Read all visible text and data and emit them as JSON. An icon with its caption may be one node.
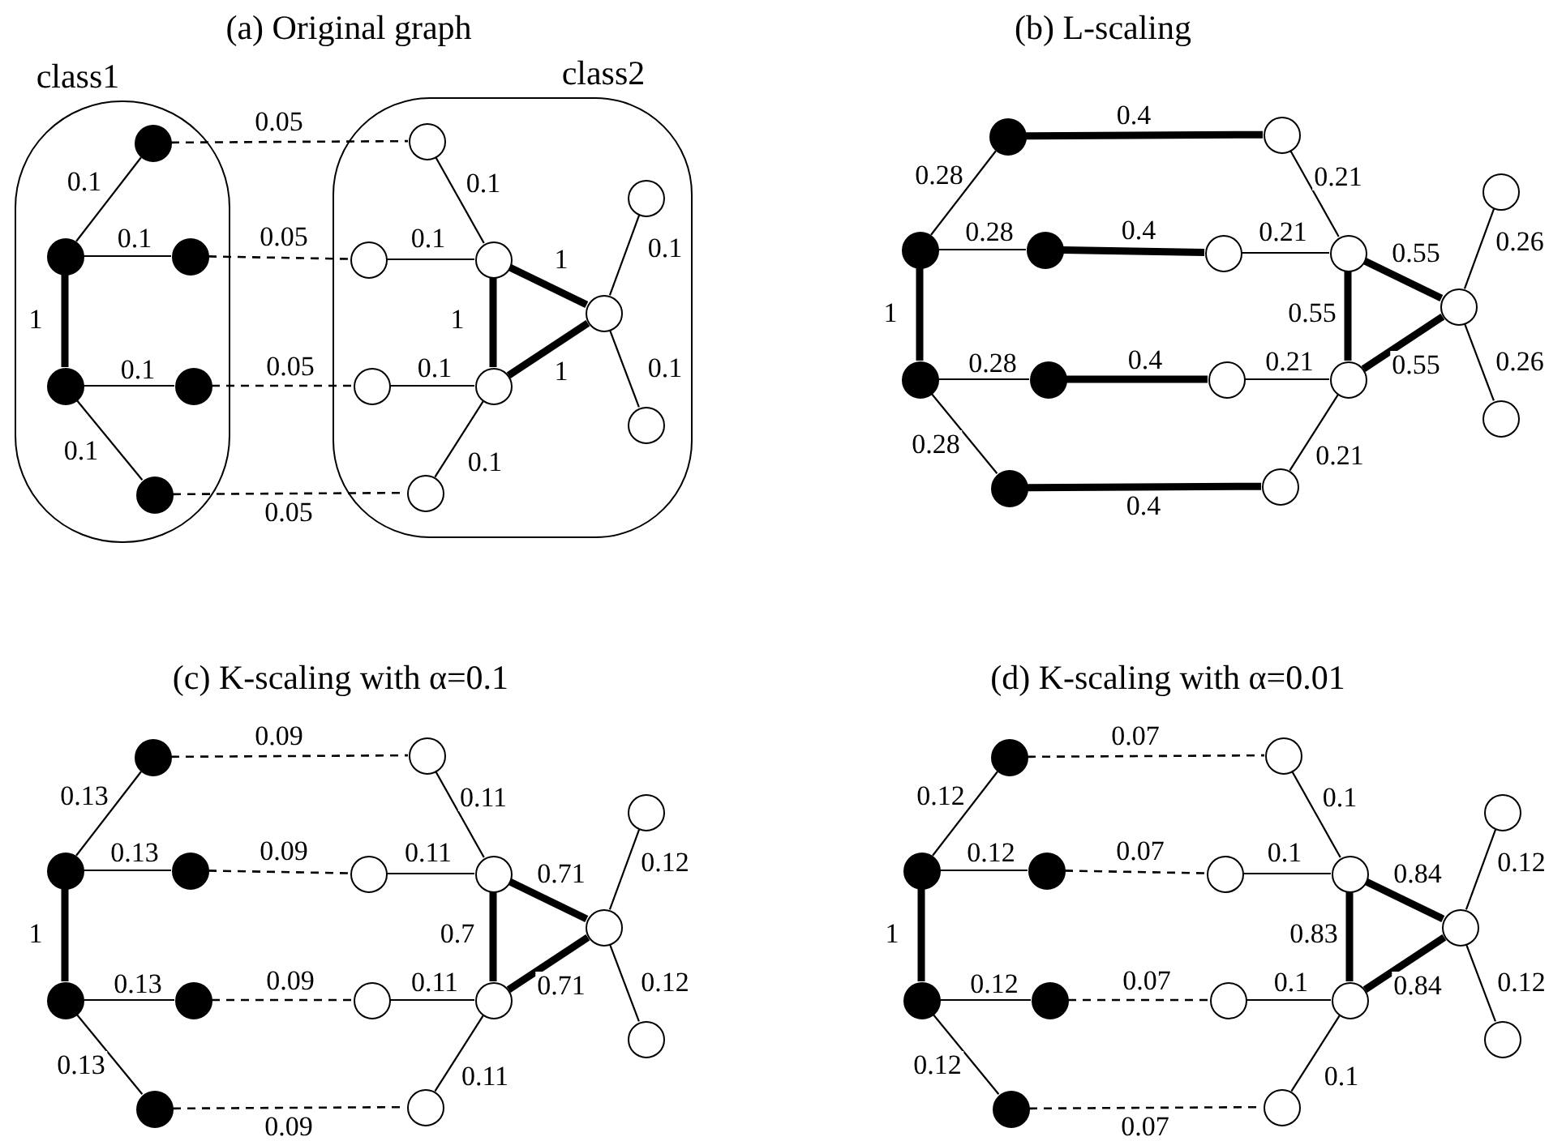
{
  "diagram": {
    "nodes": [
      {
        "text": [
          "class1"
        ]
      },
      {
        "text": [],
        "shape": "circle",
        "in": 0
      },
      {
        "text": [],
        "shape": "circle",
        "in": 0
      },
      {
        "text": [],
        "shape": "circle",
        "in": 0
      },
      {
        "text": [],
        "shape": "circle",
        "in": 0
      },
      {
        "text": [],
        "shape": "circle",
        "in": 0
      },
      {
        "text": [],
        "shape": "circle",
        "in": 0
      },
      {
        "text": [
          "class2"
        ]
      },
      {
        "text": [],
        "shape": "circle",
        "in": 7
      },
      {
        "text": [],
        "shape": "circle",
        "in": 7
      },
      {
        "text": [],
        "shape": "circle",
        "in": 7
      },
      {
        "text": [],
        "shape": "circle",
        "in": 7
      },
      {
        "text": [],
        "shape": "circle",
        "in": 7
      },
      {
        "text": [],
        "shape": "circle",
        "in": 7
      },
      {
        "text": [],
        "shape": "circle",
        "in": 7
      },
      {
        "text": [],
        "shape": "circle",
        "in": 7
      },
      {
        "text": [],
        "shape": "circle",
        "in": 7
      },
      {
        "text": [],
        "shape": "circle"
      },
      {
        "text": [],
        "shape": "circle"
      },
      {
        "text": [],
        "shape": "circle"
      },
      {
        "text": [],
        "shape": "circle"
      },
      {
        "text": [],
        "shape": "circle"
      },
      {
        "text": [],
        "shape": "circle"
      },
      {
        "text": [],
        "shape": "circle"
      },
      {
        "text": [],
        "shape": "circle"
      },
      {
        "text": [],
        "shape": "circle"
      },
      {
        "text": [],
        "shape": "circle"
      },
      {
        "text": [],
        "shape": "circle"
      },
      {
        "text": [],
        "shape": "circle"
      },
      {
        "text": [],
        "shape": "circle"
      },
      {
        "text": [],
        "shape": "circle"
      },
      {
        "text": [],
        "shape": "circle"
      },
      {
        "text": [],
        "shape": "circle"
      },
      {
        "text": [],
        "shape": "circle"
      },
      {
        "text": [],
        "shape": "circle"
      },
      {
        "text": [],
        "shape": "circle"
      },
      {
        "text": [],
        "shape": "circle"
      },
      {
        "text": [],
        "shape": "circle"
      },
      {
        "text": [],
        "shape": "circle"
      },
      {
        "text": [],
        "shape": "circle"
      },
      {
        "text": [],
        "shape": "circle"
      },
      {
        "text": [],
        "shape": "circle"
      },
      {
        "text": [],
        "shape": "circle"
      },
      {
        "text": [],
        "shape": "circle"
      },
      {
        "text": [],
        "shape": "circle"
      },
      {
        "text": [],
        "shape": "circle"
      },
      {
        "text": [],
        "shape": "circle"
      },
      {
        "text": [],
        "shape": "circle"
      },
      {
        "text": [],
        "shape": "circle"
      },
      {
        "text": [],
        "shape": "circle"
      },
      {
        "text": [],
        "shape": "circle"
      },
      {
        "text": [],
        "shape": "circle"
      },
      {
        "text": [],
        "shape": "circle"
      },
      {
        "text": [],
        "shape": "circle"
      },
      {
        "text": [],
        "shape": "circle"
      },
      {
        "text": [],
        "shape": "circle"
      },
      {
        "text": [],
        "shape": "circle"
      },
      {
        "text": [],
        "shape": "circle"
      },
      {
        "text": [],
        "shape": "circle"
      },
      {
        "text": [],
        "shape": "circle"
      },
      {
        "text": [],
        "shape": "circle"
      },
      {
        "text": [],
        "shape": "circle"
      }
    ],
    "edges": [
      {
        "from": 1,
        "to": 2,
        "arrow": "none",
        "label": "0.1"
      },
      {
        "from": 2,
        "to": 3,
        "arrow": "none",
        "label": "0.1"
      },
      {
        "from": 2,
        "to": 4,
        "arrow": "none",
        "label": "1",
        "style": "thick"
      },
      {
        "from": 4,
        "to": 5,
        "arrow": "none",
        "label": "0.1"
      },
      {
        "from": 4,
        "to": 6,
        "arrow": "none",
        "label": "0.1"
      },
      {
        "from": 1,
        "to": 8,
        "arrow": "none",
        "label": "0.05",
        "style": "dashed"
      },
      {
        "from": 3,
        "to": 9,
        "arrow": "none",
        "label": "0.05",
        "style": "dashed"
      },
      {
        "from": 5,
        "to": 11,
        "arrow": "none",
        "label": "0.05",
        "style": "dashed"
      },
      {
        "from": 6,
        "to": 13,
        "arrow": "none",
        "label": "0.05",
        "style": "dashed"
      },
      {
        "from": 8,
        "to": 10,
        "arrow": "none",
        "label": "0.1"
      },
      {
        "from": 9,
        "to": 10,
        "arrow": "none",
        "label": "0.1"
      },
      {
        "from": 10,
        "to": 14,
        "arrow": "none",
        "label": "1",
        "style": "thick"
      },
      {
        "from": 10,
        "to": 12,
        "arrow": "none",
        "label": "1",
        "style": "thick"
      },
      {
        "from": 12,
        "to": 14,
        "arrow": "none",
        "label": "1",
        "style": "thick"
      },
      {
        "from": 11,
        "to": 12,
        "arrow": "none",
        "label": "0.1"
      },
      {
        "from": 12,
        "to": 13,
        "arrow": "none",
        "label": "0.1"
      },
      {
        "from": 14,
        "to": 15,
        "arrow": "none",
        "label": "0.1"
      },
      {
        "from": 14,
        "to": 16,
        "arrow": "none",
        "label": "0.1"
      },
      {
        "from": 17,
        "to": 18,
        "arrow": "none",
        "label": "0.28"
      },
      {
        "from": 18,
        "to": 19,
        "arrow": "none",
        "label": "0.28"
      },
      {
        "from": 18,
        "to": 20,
        "arrow": "none",
        "label": "1",
        "style": "thick"
      },
      {
        "from": 20,
        "to": 21,
        "arrow": "none",
        "label": "0.28"
      },
      {
        "from": 20,
        "to": 22,
        "arrow": "none",
        "label": "0.28"
      },
      {
        "from": 17,
        "to": 23,
        "arrow": "none",
        "label": "0.4",
        "style": "thick"
      },
      {
        "from": 19,
        "to": 24,
        "arrow": "none",
        "label": "0.4",
        "style": "thick"
      },
      {
        "from": 21,
        "to": 26,
        "arrow": "none",
        "label": "0.4",
        "style": "thick"
      },
      {
        "from": 22,
        "to": 28,
        "arrow": "none",
        "label": "0.4",
        "style": "thick"
      },
      {
        "from": 23,
        "to": 25,
        "arrow": "none",
        "label": "0.21"
      },
      {
        "from": 24,
        "to": 25,
        "arrow": "none",
        "label": "0.21"
      },
      {
        "from": 25,
        "to": 29,
        "arrow": "none",
        "label": "0.55",
        "style": "thick"
      },
      {
        "from": 25,
        "to": 27,
        "arrow": "none",
        "label": "0.55",
        "style": "thick"
      },
      {
        "from": 27,
        "to": 29,
        "arrow": "none",
        "label": "0.55",
        "style": "thick"
      },
      {
        "from": 26,
        "to": 27,
        "arrow": "none",
        "label": "0.21"
      },
      {
        "from": 27,
        "to": 28,
        "arrow": "none",
        "label": "0.21"
      },
      {
        "from": 29,
        "to": 30,
        "arrow": "none",
        "label": "0.26"
      },
      {
        "from": 29,
        "to": 31,
        "arrow": "none",
        "label": "0.26"
      },
      {
        "from": 32,
        "to": 33,
        "arrow": "none",
        "label": "0.13"
      },
      {
        "from": 33,
        "to": 34,
        "arrow": "none",
        "label": "0.13"
      },
      {
        "from": 33,
        "to": 35,
        "arrow": "none",
        "label": "1",
        "style": "thick"
      },
      {
        "from": 35,
        "to": 36,
        "arrow": "none",
        "label": "0.13"
      },
      {
        "from": 35,
        "to": 37,
        "arrow": "none",
        "label": "0.13"
      },
      {
        "from": 32,
        "to": 38,
        "arrow": "none",
        "label": "0.09",
        "style": "dashed"
      },
      {
        "from": 34,
        "to": 39,
        "arrow": "none",
        "label": "0.09",
        "style": "dashed"
      },
      {
        "from": 36,
        "to": 41,
        "arrow": "none",
        "label": "0.09",
        "style": "dashed"
      },
      {
        "from": 37,
        "to": 43,
        "arrow": "none",
        "label": "0.09",
        "style": "dashed"
      },
      {
        "from": 38,
        "to": 40,
        "arrow": "none",
        "label": "0.11"
      },
      {
        "from": 39,
        "to": 40,
        "arrow": "none",
        "label": "0.11"
      },
      {
        "from": 40,
        "to": 44,
        "arrow": "none",
        "label": "0.71",
        "style": "thick"
      },
      {
        "from": 40,
        "to": 42,
        "arrow": "none",
        "label": "0.7",
        "style": "thick"
      },
      {
        "from": 42,
        "to": 44,
        "arrow": "none",
        "label": "0.71",
        "style": "thick"
      },
      {
        "from": 41,
        "to": 42,
        "arrow": "none",
        "label": "0.11"
      },
      {
        "from": 42,
        "to": 43,
        "arrow": "none",
        "label": "0.11"
      },
      {
        "from": 44,
        "to": 45,
        "arrow": "none",
        "label": "0.12"
      },
      {
        "from": 44,
        "to": 46,
        "arrow": "none",
        "label": "0.12"
      },
      {
        "from": 47,
        "to": 48,
        "arrow": "none",
        "label": "0.12"
      },
      {
        "from": 48,
        "to": 49,
        "arrow": "none",
        "label": "0.12"
      },
      {
        "from": 48,
        "to": 50,
        "arrow": "none",
        "label": "1",
        "style": "thick"
      },
      {
        "from": 50,
        "to": 51,
        "arrow": "none",
        "label": "0.12"
      },
      {
        "from": 50,
        "to": 52,
        "arrow": "none",
        "label": "0.12"
      },
      {
        "from": 47,
        "to": 53,
        "arrow": "none",
        "label": "0.07",
        "style": "dashed"
      },
      {
        "from": 49,
        "to": 54,
        "arrow": "none",
        "label": "0.07",
        "style": "dashed"
      },
      {
        "from": 51,
        "to": 56,
        "arrow": "none",
        "label": "0.07",
        "style": "dashed"
      },
      {
        "from": 52,
        "to": 58,
        "arrow": "none",
        "label": "0.07",
        "style": "dashed"
      },
      {
        "from": 53,
        "to": 55,
        "arrow": "none",
        "label": "0.1"
      },
      {
        "from": 54,
        "to": 55,
        "arrow": "none",
        "label": "0.1"
      },
      {
        "from": 55,
        "to": 59,
        "arrow": "none",
        "label": "0.84",
        "style": "thick"
      },
      {
        "from": 55,
        "to": 57,
        "arrow": "none",
        "label": "0.83",
        "style": "thick"
      },
      {
        "from": 57,
        "to": 59,
        "arrow": "none",
        "label": "0.84",
        "style": "thick"
      },
      {
        "from": 56,
        "to": 57,
        "arrow": "none",
        "label": "0.1"
      },
      {
        "from": 57,
        "to": 58,
        "arrow": "none",
        "label": "0.1"
      },
      {
        "from": 59,
        "to": 60,
        "arrow": "none",
        "label": "0.12"
      },
      {
        "from": 59,
        "to": 61,
        "arrow": "none",
        "label": "0.12"
      }
    ],
    "labels": [
      "(a) Original graph",
      "(b) L-scaling",
      "(c) K-scaling with α=0.1",
      "(d) K-scaling with α=0.01"
    ]
  }
}
